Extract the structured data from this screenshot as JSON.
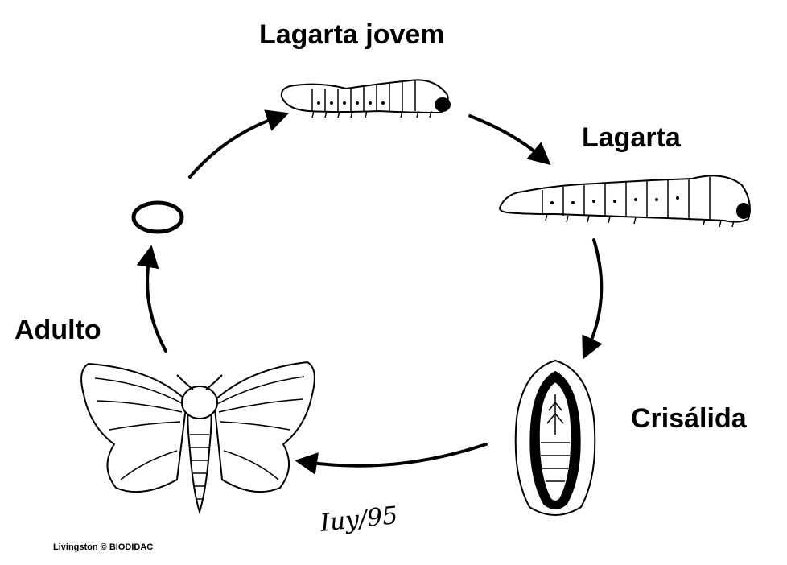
{
  "labels": {
    "young_larva": "Lagarta jovem",
    "larva": "Lagarta",
    "pupa": "Crisálida",
    "adult": "Adulto"
  },
  "credit": "Livingston © BIODIDAC",
  "signature": "Iuy/95"
}
